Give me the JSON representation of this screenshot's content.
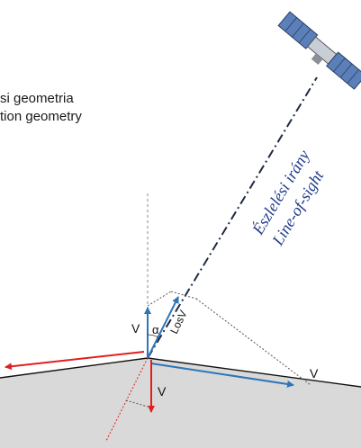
{
  "title": {
    "line1": "si geometria",
    "line2": "tion geometry"
  },
  "los_label": {
    "line1": "Észlelési irány",
    "line2": "Line-of-sight"
  },
  "labels": {
    "v_vertical": "V",
    "alpha": "α",
    "los_v": "LosV",
    "v_down": "V",
    "v_right": "V"
  },
  "icons": {
    "satellite": "satellite-icon"
  },
  "colors": {
    "ground_fill": "#d9d9d9",
    "blue_vector": "#2e75b6",
    "red_vector": "#e02020",
    "los_line": "#1f2a44",
    "los_text": "#1f3a8a",
    "dashed": "#555555"
  }
}
